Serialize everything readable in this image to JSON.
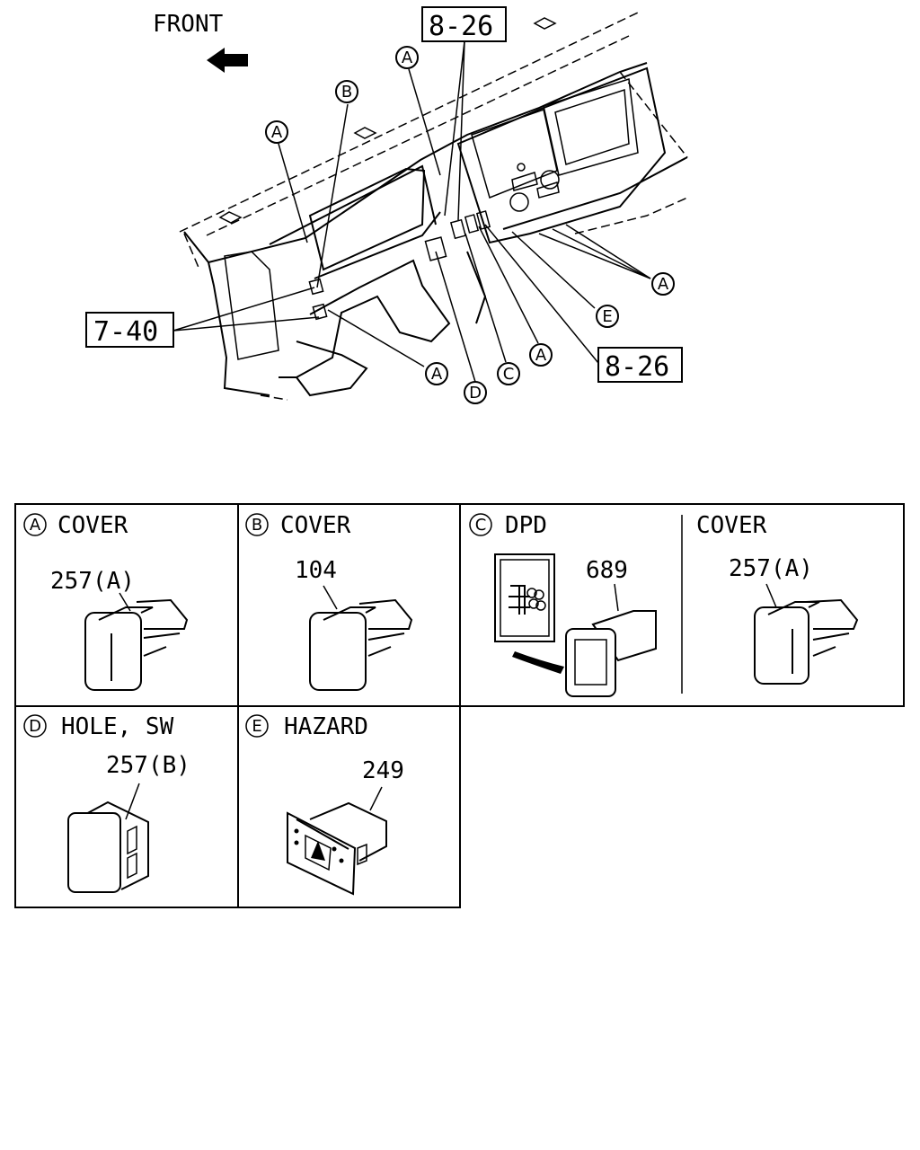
{
  "header": {
    "front_label": "FRONT"
  },
  "refs": {
    "ref_8_26": "8-26",
    "ref_7_40": "7-40"
  },
  "callouts": {
    "a": "A",
    "b": "B",
    "c": "C",
    "d": "D",
    "e": "E"
  },
  "panels": {
    "a": {
      "letter": "A",
      "title": "COVER",
      "part": "257(A)"
    },
    "b": {
      "letter": "B",
      "title": "COVER",
      "part": "104"
    },
    "c": {
      "letter": "C",
      "title": "DPD",
      "part": "689",
      "title2": "COVER",
      "part2": "257(A)"
    },
    "d": {
      "letter": "D",
      "title": "HOLE, SW",
      "part": "257(B)"
    },
    "e": {
      "letter": "E",
      "title": "HAZARD",
      "part": "249"
    }
  }
}
